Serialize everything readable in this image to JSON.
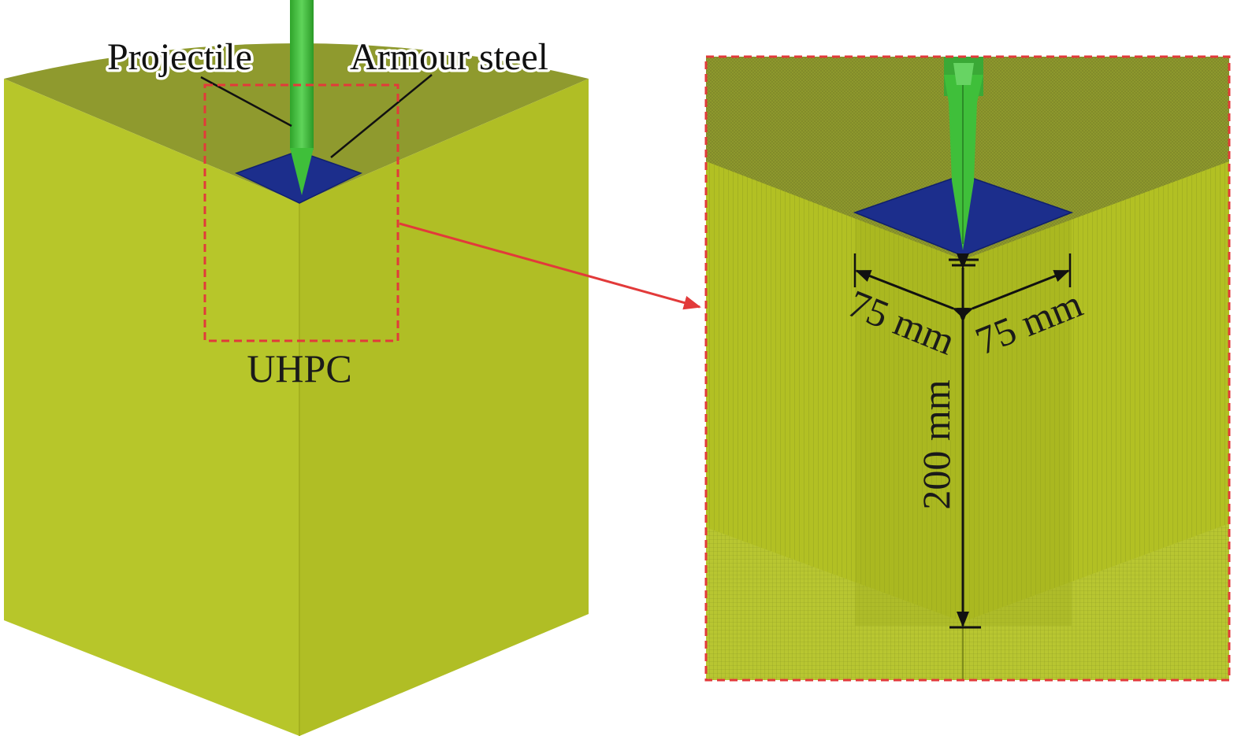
{
  "figure": {
    "labels": {
      "projectile": "Projectile",
      "armour_steel": "Armour steel",
      "uhpc": "UHPC",
      "width_left": "75 mm",
      "width_right": "75 mm",
      "depth": "200 mm"
    },
    "colors": {
      "uhpc_front": "#b5c425",
      "uhpc_top": "#8f9a2e",
      "projectile": "#3fbf3a",
      "armour_steel": "#1c2e8c",
      "callout_box": "#e23a3a",
      "dimension_lines": "#111111"
    }
  }
}
